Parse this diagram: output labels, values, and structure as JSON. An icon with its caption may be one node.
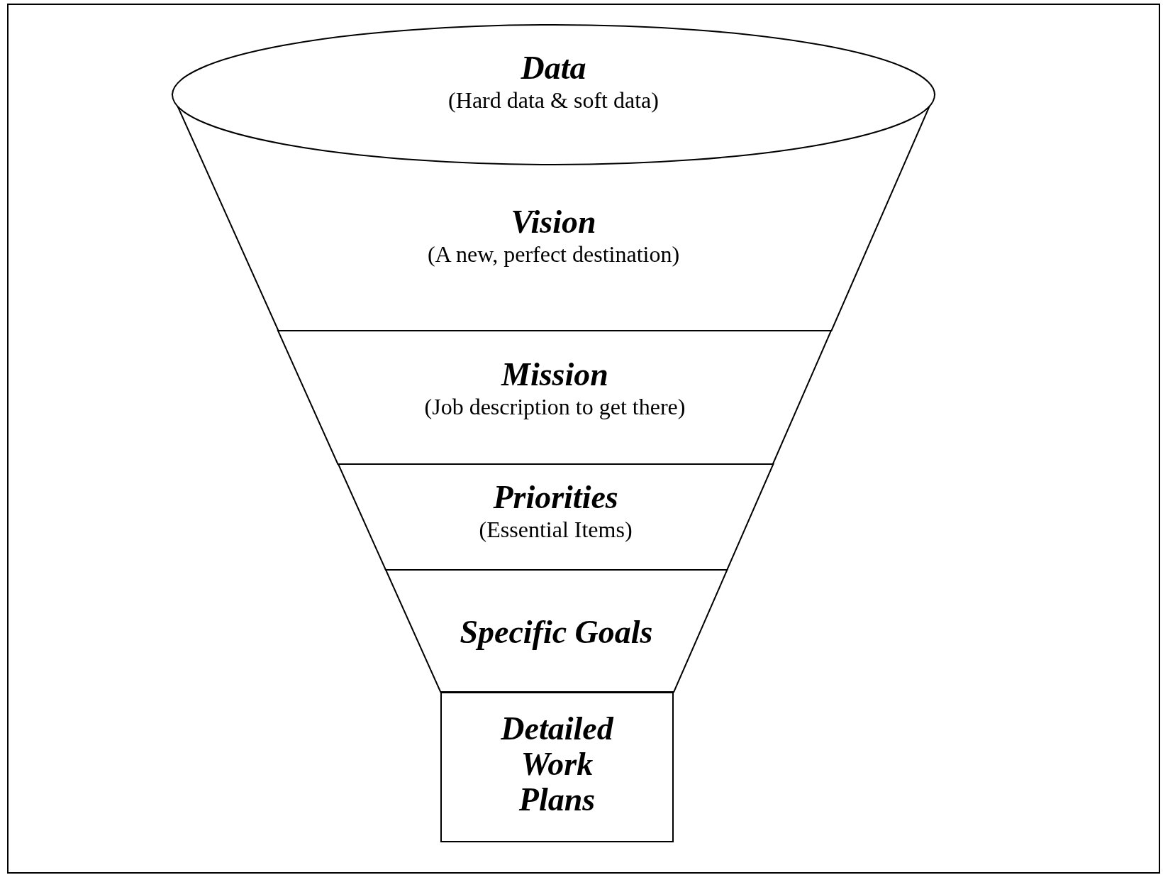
{
  "diagram": {
    "nodes": [
      {
        "text": [
          "Vision",
          "(A new, perfect destination)"
        ]
      },
      {
        "text": [
          "Data",
          "(Hard data & soft data)"
        ]
      },
      {
        "text": [
          "Mission",
          "(Job description to get there)"
        ]
      },
      {
        "text": [
          "Priorities",
          "(Essential Items)"
        ]
      },
      {
        "text": [
          "Specific Goals"
        ]
      },
      {
        "text": [
          "Detailed Work Plans"
        ]
      }
    ]
  }
}
